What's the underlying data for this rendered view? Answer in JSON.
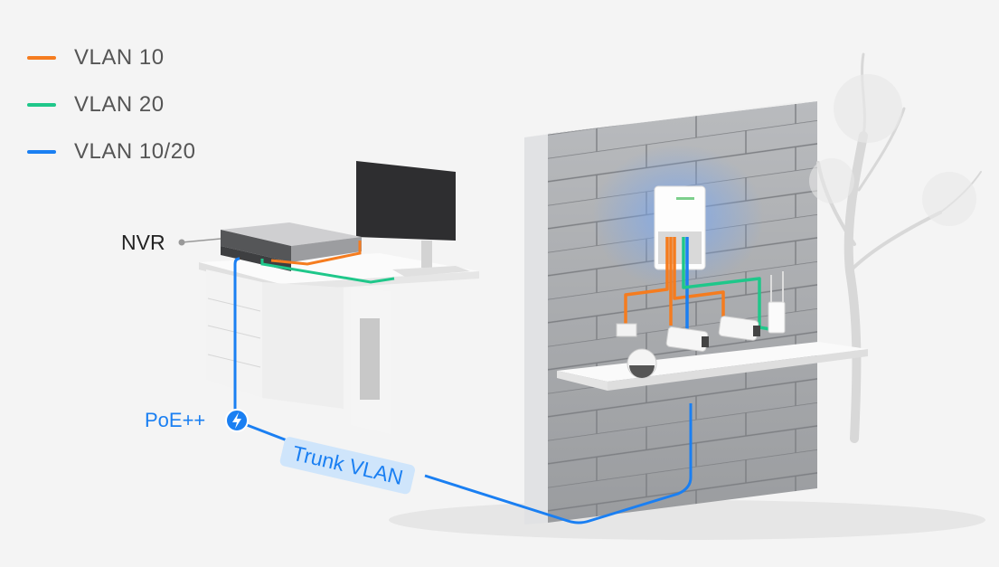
{
  "legend": {
    "items": [
      {
        "label": "VLAN 10",
        "color": "#f57c1f"
      },
      {
        "label": "VLAN 20",
        "color": "#1fc78a"
      },
      {
        "label": "VLAN 10/20",
        "color": "#1a7ff2"
      }
    ]
  },
  "labels": {
    "nvr": "NVR",
    "poe": "PoE++",
    "trunk": "Trunk VLAN"
  },
  "icons": {
    "poe_badge": "lightning-bolt-icon"
  },
  "colors": {
    "vlan10": "#f57c1f",
    "vlan20": "#1fc78a",
    "trunk": "#1a7ff2",
    "background": "#f4f4f4",
    "wall": "#a9abae"
  }
}
